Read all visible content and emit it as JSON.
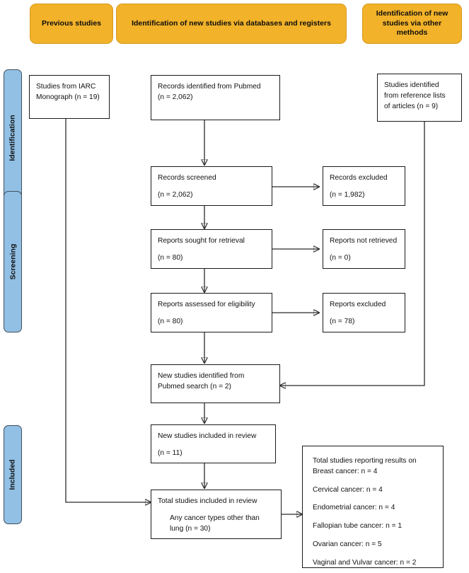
{
  "banners": [
    {
      "id": "previous-studies",
      "label": "Previous studies"
    },
    {
      "id": "databases-registers",
      "label": "Identification of new studies via databases and registers"
    },
    {
      "id": "other-methods",
      "label": "Identification of new studies via other methods"
    }
  ],
  "stages": [
    {
      "id": "identification",
      "label": "Identification"
    },
    {
      "id": "screening",
      "label": "Screening"
    },
    {
      "id": "included",
      "label": "Included"
    }
  ],
  "boxes": {
    "iarc": {
      "line1": "Studies from IARC",
      "line2": "Monograph (n = 19)"
    },
    "records_identified": {
      "line1": "Records identified from Pubmed",
      "line2": "(n = 2,062)"
    },
    "reference_lists": {
      "line1": "Studies identified",
      "line2": "from reference lists",
      "line3": "of articles (n = 9)"
    },
    "records_screened": {
      "line1": "Records screened",
      "line2": "(n = 2,062)"
    },
    "records_excluded": {
      "line1": "Records excluded",
      "line2": "(n = 1,982)"
    },
    "reports_sought": {
      "line1": "Reports sought for retrieval",
      "line2": "(n = 80)"
    },
    "reports_not_retrieved": {
      "line1": "Reports not retrieved",
      "line2": "(n = 0)"
    },
    "reports_assessed": {
      "line1": "Reports assessed for eligibility",
      "line2": "(n = 80)"
    },
    "reports_excluded": {
      "line1": "Reports excluded",
      "line2": "(n = 78)"
    },
    "new_studies_identified": {
      "line1": "New studies identified from",
      "line2": "Pubmed search (n = 2)"
    },
    "new_studies_included": {
      "line1": "New studies included in review",
      "line2": "(n = 11)"
    },
    "total_included": {
      "line1": "Total studies included in review",
      "line2": "Any cancer types other than",
      "line3": "lung (n = 30)"
    }
  },
  "results": {
    "heading": "Total studies reporting results on",
    "items": [
      "Breast cancer: n = 4",
      "Cervical cancer: n = 4",
      "Endometrial cancer: n = 4",
      "Fallopian tube cancer: n = 1",
      "Ovarian cancer: n = 5",
      "Vaginal and Vulvar cancer: n = 2"
    ]
  },
  "colors": {
    "banner": "#F2B229",
    "stage": "#92C0E4",
    "box_border": "#1a1a1a",
    "connector": "#2b2b2b"
  }
}
